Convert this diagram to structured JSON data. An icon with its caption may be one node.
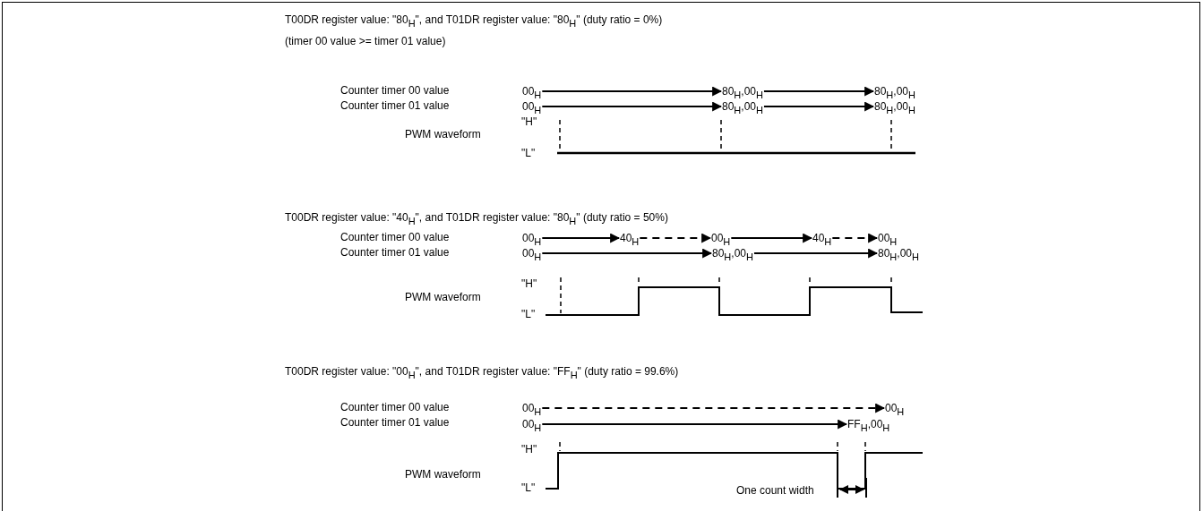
{
  "diagram": {
    "nodes": [
      {
        "text": [
          "00$_{H}$"
        ]
      },
      {
        "text": [
          "80$_{H}$,00$_{H}$"
        ]
      },
      {
        "text": [
          "80$_{H}$,00$_{H}$"
        ]
      },
      {
        "text": [
          "00$_{H}$"
        ]
      },
      {
        "text": [
          "80$_{H}$,00$_{H}$"
        ]
      },
      {
        "text": [
          "80$_{H}$,00$_{H}$"
        ]
      },
      {
        "text": [
          "00$_{H}$"
        ]
      },
      {
        "text": [
          "40$_{H}$"
        ]
      },
      {
        "text": [
          "00$_{H}$"
        ]
      },
      {
        "text": [
          "40$_{H}$"
        ]
      },
      {
        "text": [
          "00$_{H}$"
        ]
      },
      {
        "text": [
          "00$_{H}$"
        ]
      },
      {
        "text": [
          "80$_{H}$,00$_{H}$"
        ]
      },
      {
        "text": [
          "80$_{H}$,00$_{H}$"
        ]
      },
      {
        "text": [
          "00$_{H}$"
        ]
      },
      {
        "text": [
          "00$_{H}$"
        ]
      },
      {
        "text": [
          "00$_{H}$"
        ]
      },
      {
        "text": [
          "FF$_{H}$,00$_{H}$"
        ]
      }
    ],
    "edges": [
      {
        "from": 0,
        "to": 1,
        "arrow": "to"
      },
      {
        "from": 1,
        "to": 2,
        "arrow": "to"
      },
      {
        "from": 3,
        "to": 4,
        "arrow": "to"
      },
      {
        "from": 4,
        "to": 5,
        "arrow": "to"
      },
      {
        "from": 6,
        "to": 7,
        "arrow": "to"
      },
      {
        "from": 7,
        "to": 8,
        "arrow": "to",
        "style": "dashed"
      },
      {
        "from": 8,
        "to": 9,
        "arrow": "to"
      },
      {
        "from": 9,
        "to": 10,
        "arrow": "to",
        "style": "dashed"
      },
      {
        "from": 11,
        "to": 12,
        "arrow": "to"
      },
      {
        "from": 12,
        "to": 13,
        "arrow": "to"
      },
      {
        "from": 14,
        "to": 15,
        "arrow": "to",
        "style": "dashed"
      },
      {
        "from": 16,
        "to": 17,
        "arrow": "to"
      }
    ],
    "labels": [
      "T00DR register value: \"80$_{H}$\", and T01DR register value: \"80$_{H}$\" (duty ratio = 0%)",
      "(timer 00 value >= timer 01 value)",
      "Counter timer 00 value",
      "Counter timer 01 value",
      "\"H\"",
      "PWM waveform",
      "\"L\"",
      "T00DR register value: \"40$_{H}$\", and T01DR register value: \"80$_{H}$\" (duty ratio = 50%)",
      "Counter timer 00 value",
      "Counter timer 01 value",
      "\"H\"",
      "PWM waveform",
      "\"L\"",
      "T00DR register value: \"00$_{H}$\", and T01DR register value: \"FF$_{H}$\" (duty ratio = 99.6%)",
      "Counter timer 00 value",
      "Counter timer 01 value",
      "\"H\"",
      "PWM waveform",
      "\"L\"",
      "One count width"
    ]
  }
}
